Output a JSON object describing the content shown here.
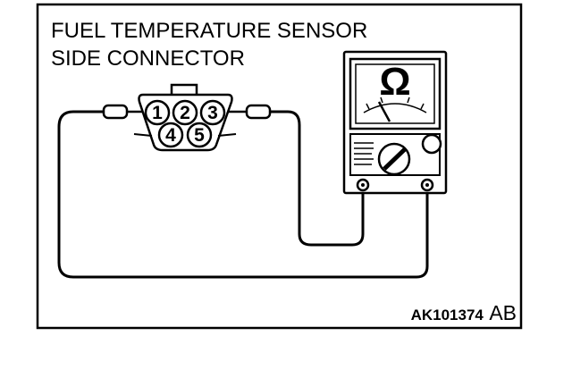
{
  "title": {
    "line1": "FUEL TEMPERATURE SENSOR",
    "line2": "SIDE CONNECTOR"
  },
  "connector": {
    "pins": [
      "1",
      "2",
      "3",
      "4",
      "5"
    ]
  },
  "meter": {
    "unit_symbol": "Ω",
    "icon": "ohmmeter-icon"
  },
  "figure_code": {
    "number": "AK101374",
    "suffix": "AB"
  }
}
